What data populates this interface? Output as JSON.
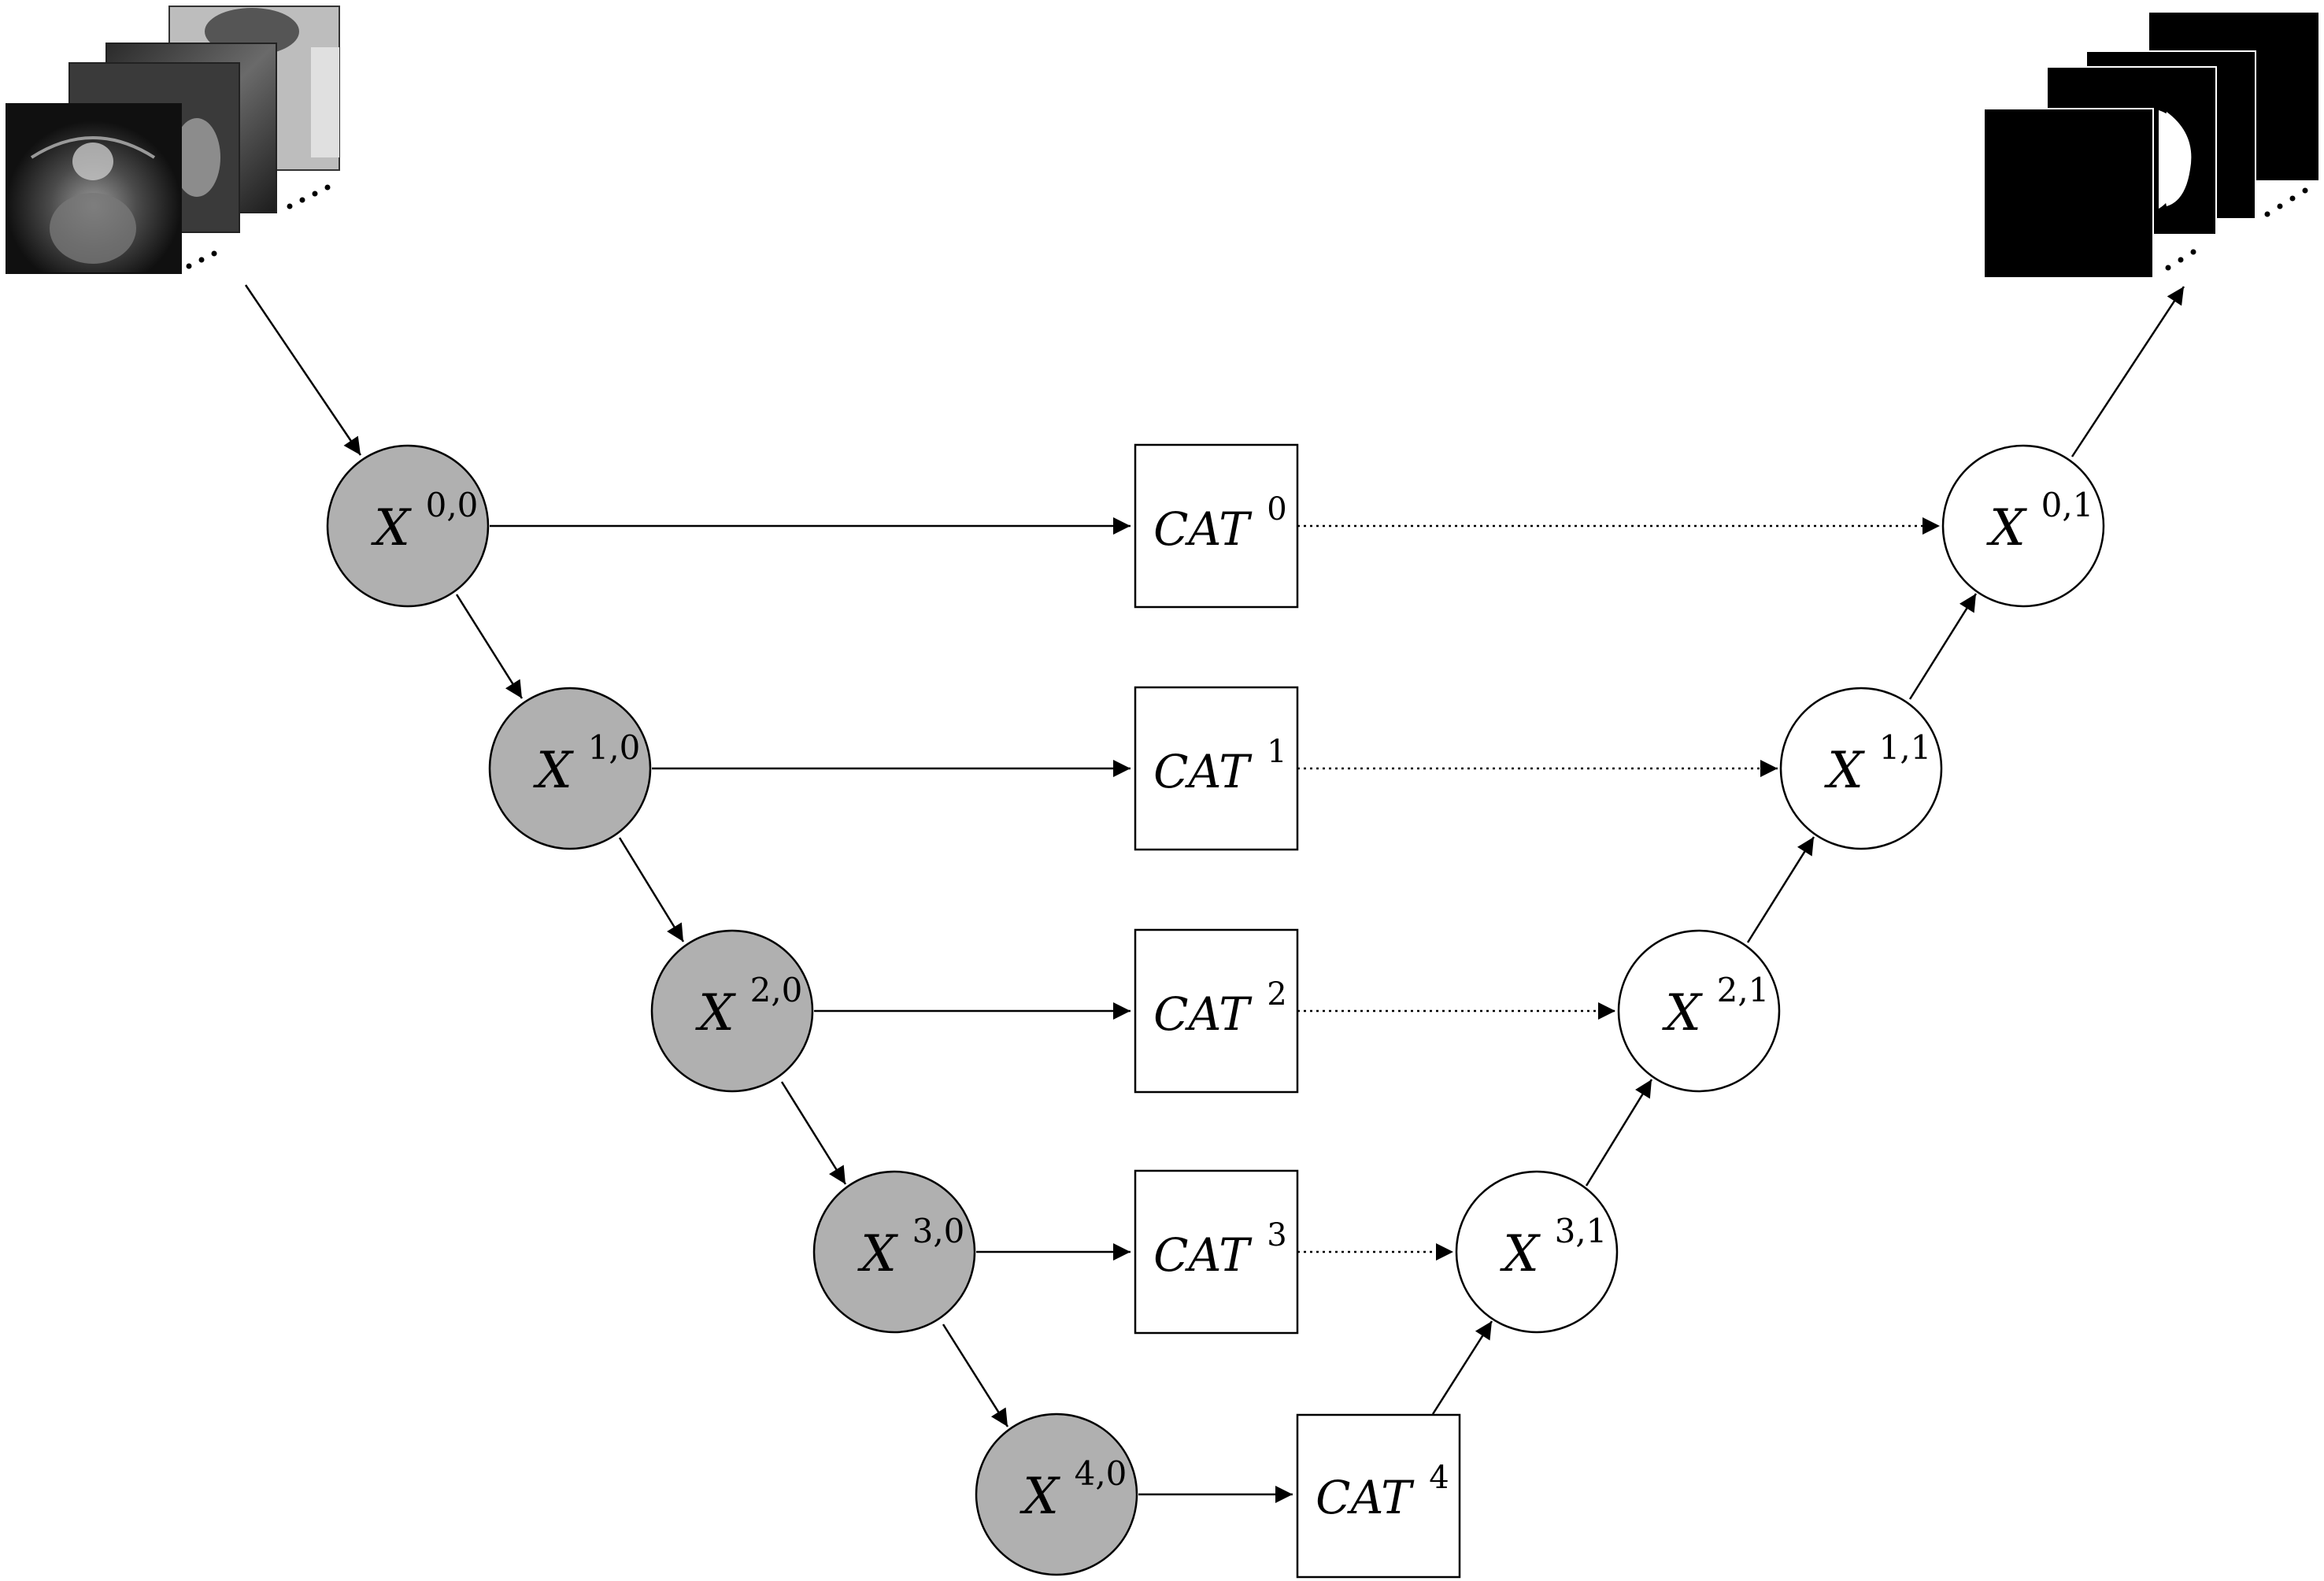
{
  "encoder_nodes": [
    {
      "base": "X",
      "sup": "0,0"
    },
    {
      "base": "X",
      "sup": "1,0"
    },
    {
      "base": "X",
      "sup": "2,0"
    },
    {
      "base": "X",
      "sup": "3,0"
    },
    {
      "base": "X",
      "sup": "4,0"
    }
  ],
  "concat_blocks": [
    {
      "base": "CAT",
      "sup": "0"
    },
    {
      "base": "CAT",
      "sup": "1"
    },
    {
      "base": "CAT",
      "sup": "2"
    },
    {
      "base": "CAT",
      "sup": "3"
    },
    {
      "base": "CAT",
      "sup": "4"
    }
  ],
  "decoder_nodes": [
    {
      "base": "X",
      "sup": "0,1"
    },
    {
      "base": "X",
      "sup": "1,1"
    },
    {
      "base": "X",
      "sup": "2,1"
    },
    {
      "base": "X",
      "sup": "3,1"
    }
  ],
  "colors": {
    "encoder_fill": "#b0b0b0",
    "decoder_fill": "#ffffff",
    "stroke": "#000000",
    "mask_fill": "#000000"
  }
}
